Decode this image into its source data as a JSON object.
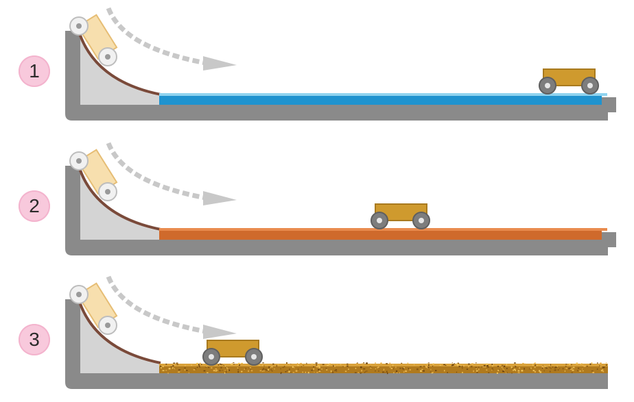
{
  "panels": [
    {
      "number": "1",
      "surface": "smooth-ice",
      "surface_color": "#1f93cf",
      "surface_highlight": "#8fd3ef"
    },
    {
      "number": "2",
      "surface": "wood",
      "surface_color": "#cf6a2c",
      "surface_highlight": "#e98b4e"
    },
    {
      "number": "3",
      "surface": "gravel",
      "surface_color": "#b07a1e",
      "surface_highlight": "#d9a23b"
    }
  ],
  "colors": {
    "frame": "#8a8a8a",
    "ramp_fill": "#d4d4d4",
    "ramp_curve": "#7a4a3a",
    "cart_body": "#cf9a2e",
    "cart_released": "#f7dfae",
    "wheel": "#7d7d7d",
    "arrow": "#c8c8c8",
    "badge": "#f8c9dc"
  },
  "icons": {
    "motion_arrow": "curved-arrow-icon",
    "wheel": "wheel-icon"
  }
}
